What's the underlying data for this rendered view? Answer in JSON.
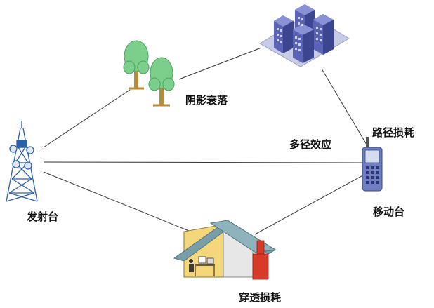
{
  "labels": {
    "transmitter": "发射台",
    "mobile": "移动台",
    "shadow_fading": "阴影衰落",
    "path_loss": "路径损耗",
    "multipath": "多径效应",
    "penetration_loss": "穿透损耗"
  },
  "icons": {
    "transmitter": "transmission-tower-icon",
    "mobile": "mobile-phone-icon",
    "trees": "tree-icon",
    "buildings": "office-buildings-icon",
    "house": "house-icon"
  },
  "colors": {
    "line": "#333333",
    "tree_green": "#7ccf8a",
    "tree_trunk": "#b58a3a",
    "building": "#5a63b5",
    "building_dark": "#3c4590",
    "tower": "#2b5fa8",
    "phone": "#6f7fc4",
    "roof": "#7a9ea8",
    "wall": "#f3d77a",
    "chimney": "#d83a2a"
  }
}
